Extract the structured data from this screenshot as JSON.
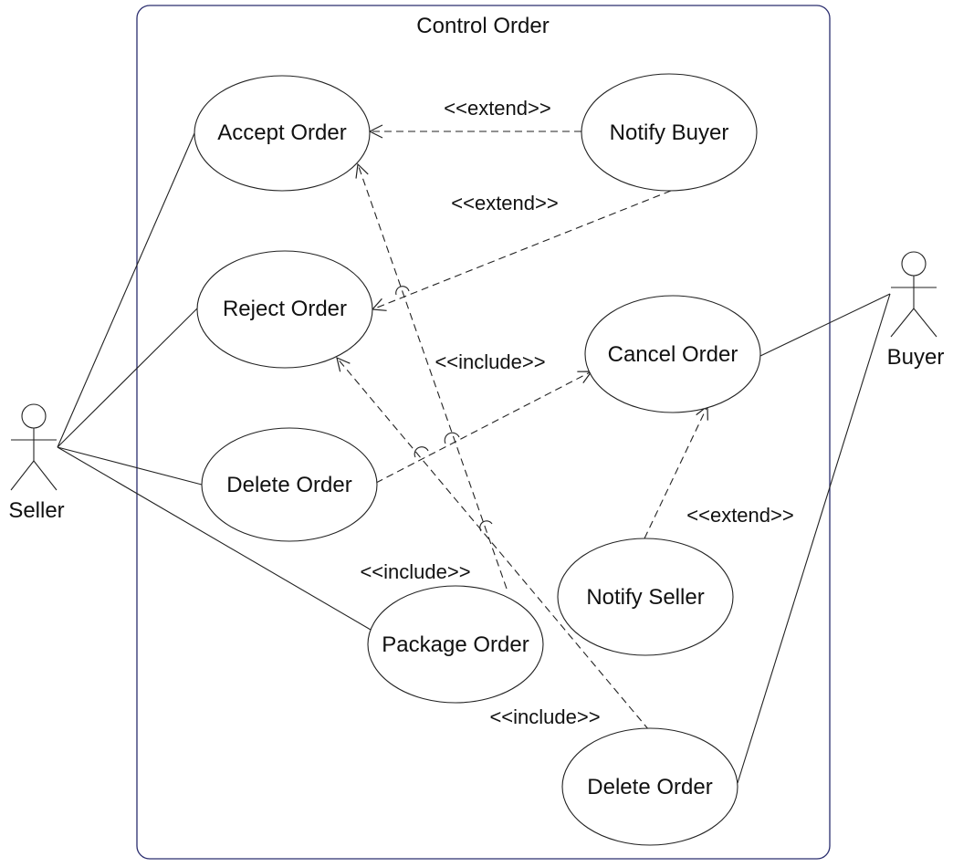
{
  "system": {
    "title": "Control Order"
  },
  "actors": {
    "seller": "Seller",
    "buyer": "Buyer"
  },
  "use_cases": {
    "accept_order": "Accept Order",
    "notify_buyer": "Notify Buyer",
    "reject_order": "Reject Order",
    "cancel_order": "Cancel Order",
    "delete_order_seller": "Delete Order",
    "notify_seller": "Notify Seller",
    "package_order": "Package Order",
    "delete_order_buyer": "Delete Order"
  },
  "stereotypes": {
    "extend_accept": "<<extend>>",
    "extend_reject": "<<extend>>",
    "include_cancel": "<<include>>",
    "extend_cancel": "<<extend>>",
    "include_package": "<<include>>",
    "include_delete": "<<include>>"
  },
  "colors": {
    "frame": "#2a2d6e",
    "line": "#222222"
  }
}
